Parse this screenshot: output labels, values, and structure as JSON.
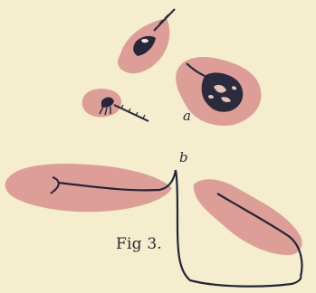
{
  "figure": {
    "caption": "Fig 3.",
    "label_a": "a",
    "label_b": "b"
  },
  "colors": {
    "paper": "#f4edce",
    "tissue": "#dc9e97",
    "ink": "#23263a"
  }
}
